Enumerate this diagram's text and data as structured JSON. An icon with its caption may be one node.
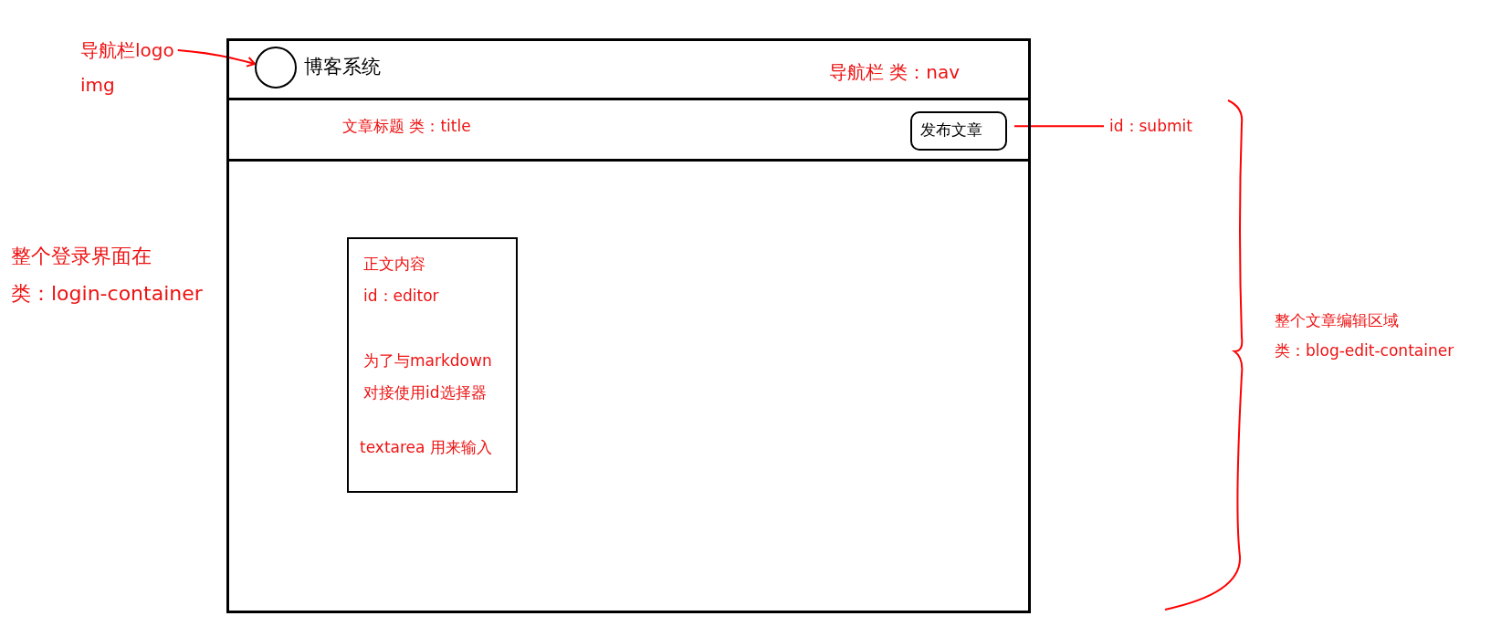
{
  "diagram": {
    "nodes": [
      {
        "text": [],
        "shape": "box"
      },
      {
        "text": [
          "博客系统",
          "导航栏  类：nav"
        ],
        "in": 0
      },
      {
        "text": [],
        "shape": "circle",
        "in": 1
      },
      {
        "text": [
          "文章标题  类：title"
        ],
        "in": 0
      },
      {
        "text": [
          "发布文章"
        ],
        "in": 3
      },
      {
        "text": [
          "正文内容",
          "id：editor",
          "为了与markdown",
          "对接使用id选择器",
          "textarea  用来输入"
        ],
        "in": 0
      },
      {
        "text": [
          "导航栏logo",
          "img"
        ]
      },
      {
        "text": [
          "id：submit"
        ]
      }
    ],
    "edges": [
      {
        "from": 6,
        "to": 2,
        "arrow": "to",
        "color": "#ff0000"
      },
      {
        "from": 7,
        "to": 4,
        "arrow": "none",
        "color": "#ff0000"
      }
    ],
    "labels": [
      "整个登录界面在",
      "类：login-container",
      "整个文章编辑区域",
      "类：blog-edit-container"
    ]
  }
}
